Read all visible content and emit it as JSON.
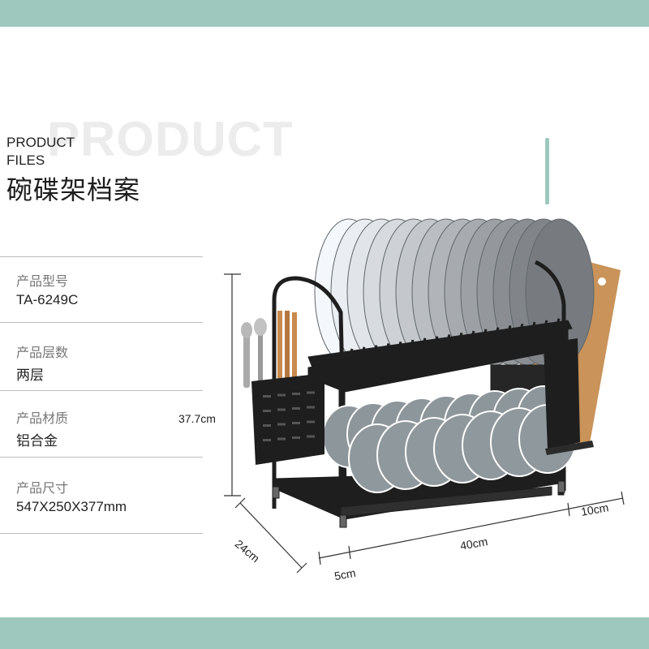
{
  "colors": {
    "band": "#9ec8bd",
    "accent": "#9ec8bd",
    "rack": "#1e1e1e",
    "plate_white": "#f4f4f4",
    "plate_grey": "#7d868c",
    "bowl": "#8d969b",
    "board": "#c9935a"
  },
  "header": {
    "watermark": "PRODUCT",
    "title_en_line1": "PRODUCT",
    "title_en_line2": "FILES",
    "title_zh": "碗碟架档案"
  },
  "specs": [
    {
      "label": "产品型号",
      "value": "TA-6249C"
    },
    {
      "label": "产品层数",
      "value": "两层"
    },
    {
      "label": "产品材质",
      "value": "铝合金"
    },
    {
      "label": "产品尺寸",
      "value": "547X250X377mm"
    }
  ],
  "dimensions": {
    "height": "37.7cm",
    "depth": "24cm",
    "width": "40cm",
    "side_right": "10cm",
    "side_left": "5cm"
  },
  "icons": {
    "product": "dish-rack-illustration"
  }
}
